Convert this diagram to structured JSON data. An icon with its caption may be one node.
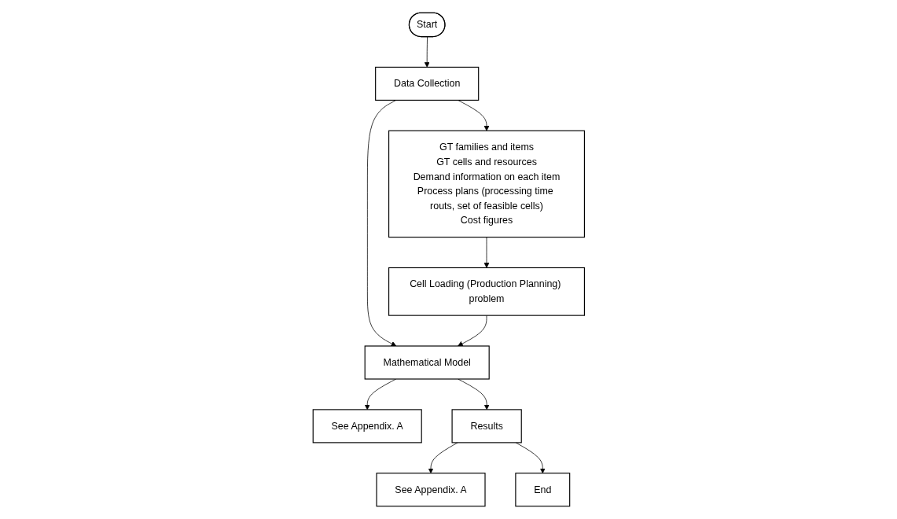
{
  "diagram": {
    "nodes": [
      {
        "text": [
          "Start"
        ]
      },
      {
        "text": [
          "Data Collection"
        ]
      },
      {
        "text": [
          "GT families and items",
          "GT cells and resources",
          "Demand information on each item",
          "Process plans (processing time routs, set of feasible cells)",
          "Cost figures"
        ]
      },
      {
        "text": [
          "Mathematical Model"
        ]
      },
      {
        "text": [
          "See Appendix. A"
        ]
      },
      {
        "text": [
          "Cell Loading (Production Planning) problem"
        ]
      },
      {
        "text": [
          "Results"
        ]
      },
      {
        "text": [
          "See Appendix. A"
        ]
      },
      {
        "text": [
          "End"
        ]
      }
    ],
    "edges": [
      {
        "from": 0,
        "to": 1,
        "arrow": "to"
      },
      {
        "from": 1,
        "to": 2,
        "arrow": "to"
      },
      {
        "from": 1,
        "to": 3,
        "arrow": "to"
      },
      {
        "from": 2,
        "to": 5,
        "arrow": "to"
      },
      {
        "from": 5,
        "to": 3,
        "arrow": "to"
      },
      {
        "from": 3,
        "to": 4,
        "arrow": "to"
      },
      {
        "from": 3,
        "to": 6,
        "arrow": "to"
      },
      {
        "from": 6,
        "to": 7,
        "arrow": "to"
      },
      {
        "from": 6,
        "to": 8,
        "arrow": "to"
      }
    ]
  }
}
